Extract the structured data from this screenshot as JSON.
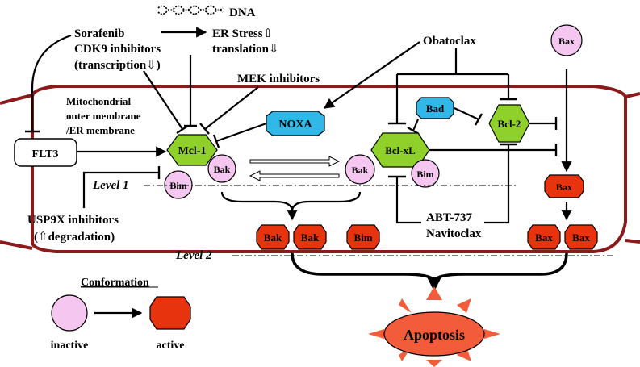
{
  "labels": {
    "dna": "DNA",
    "sorafenib": "Sorafenib",
    "cdk9": "CDK9 inhibitors",
    "transcription": "(transcription⇩)",
    "er_stress": "ER Stress⇧",
    "translation": "translation⇩",
    "obatoclax": "Obatoclax",
    "bax_top": "Bax",
    "mek": "MEK inhibitors",
    "mito1": "Mitochondrial",
    "mito2": "outer membrane",
    "mito3": "/ER membrane",
    "noxa": "NOXA",
    "bad": "Bad",
    "bcl2": "Bcl-2",
    "flt3": "FLT3",
    "mcl1": "Mcl-1",
    "bak_left": "Bak",
    "bim_left": "Bim",
    "bak_mid": "Bak",
    "bclxl": "Bcl-xL",
    "bim_mid": "Bim",
    "bax_active": "Bax",
    "level1": "Level 1",
    "usp9x1": "USP9X inhibitors",
    "usp9x2": "(⇧degradation)",
    "bak_a1": "Bak",
    "bak_a2": "Bak",
    "bim_a": "Bim",
    "abt737": "ABT-737",
    "navitoclax": "Navitoclax",
    "bax_a1": "Bax",
    "bax_a2": "Bax",
    "level2": "Level 2",
    "conformation": "Conformation",
    "inactive": "inactive",
    "active": "active",
    "apoptosis": "Apoptosis"
  },
  "colors": {
    "membrane": "#8b1a1a",
    "inactive_fill": "#f4c6f0",
    "active_fill": "#e8340e",
    "bcl_fill": "#8fd12a",
    "bh3_fill": "#2fb8e8",
    "apoptosis_fill": "#f25c3b"
  }
}
